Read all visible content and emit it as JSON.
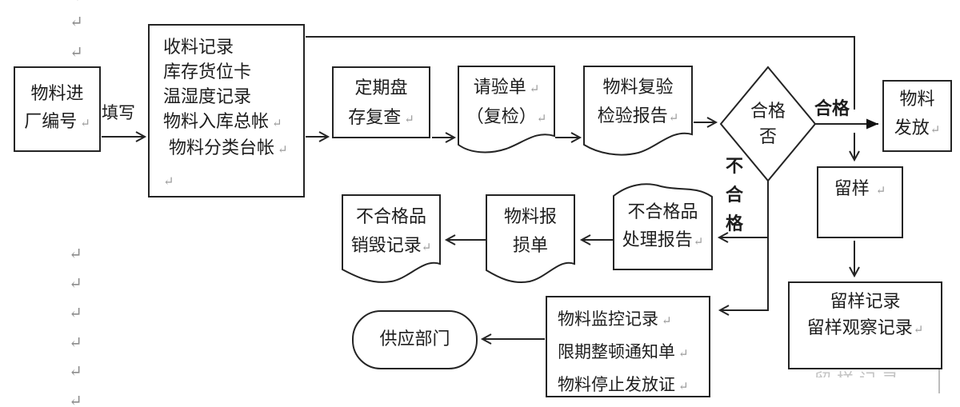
{
  "marks": {
    "r": "↵"
  },
  "labels": {
    "fill_in": "填写",
    "qualified": "合格",
    "unqualified": "不\n合\n格",
    "ghost": "留样记录"
  },
  "nodes": {
    "entry": {
      "l1": "物料进",
      "l2": "厂编号"
    },
    "records": {
      "l1": "收料记录",
      "l2": "库存货位卡",
      "l3": "温湿度记录",
      "l4": "物料入库总帐",
      "l5": "物料分类台帐"
    },
    "periodic": {
      "l1": "定期盘",
      "l2": "存复查"
    },
    "request": {
      "l1": "请验单",
      "l2": "（复检）"
    },
    "reinspect": {
      "l1": "物料复验",
      "l2": "检验报告"
    },
    "decision": {
      "l1": "合格",
      "l2": "否"
    },
    "issue": {
      "l1": "物料",
      "l2": "发放"
    },
    "sample": {
      "l1": "留样"
    },
    "sample_records": {
      "l1": "留样记录",
      "l2": "留样观察记录"
    },
    "nc_report": {
      "l1": "不合格品",
      "l2": "处理报告"
    },
    "damage": {
      "l1": "物料报",
      "l2": "损单"
    },
    "destroy": {
      "l1": "不合格品",
      "l2": "销毁记录"
    },
    "monitor": {
      "l1": "物料监控记录",
      "l2": "限期整顿通知单",
      "l3": "物料停止发放证"
    },
    "supply": {
      "l1": "供应部门"
    }
  },
  "colors": {
    "line": "#242424",
    "text": "#1d1d1d",
    "mark_gray": "#8d8d8d"
  }
}
